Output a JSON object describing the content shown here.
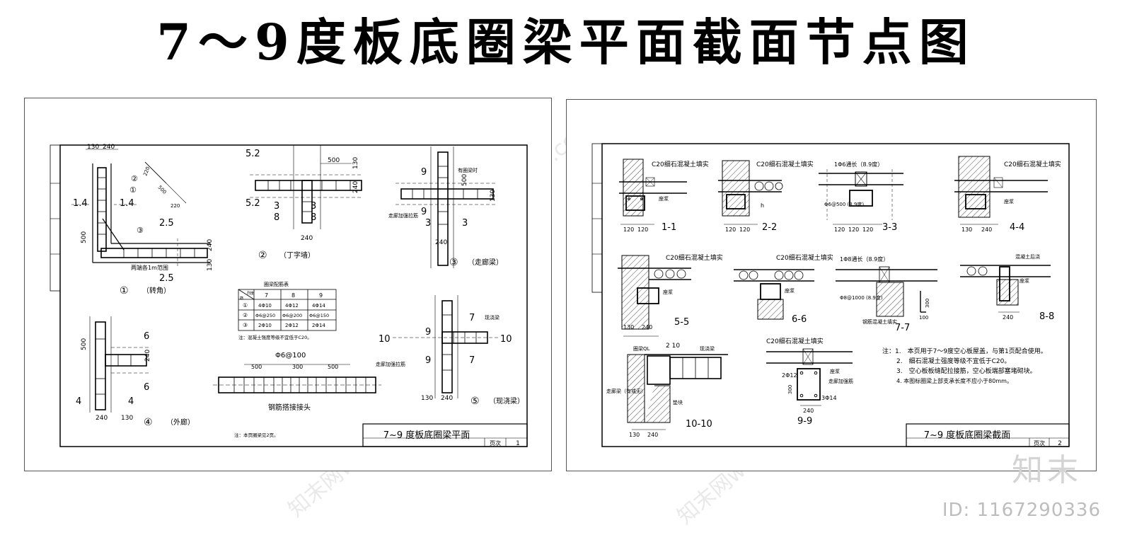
{
  "page": {
    "title": "7～9度板底圈梁平面截面节点图"
  },
  "sheet1": {
    "title_block": {
      "title": "7~9 度板底圈梁平面",
      "page_label": "页次",
      "page_no": "1"
    },
    "details": {
      "d1": {
        "num": "①",
        "caption": "（转角）",
        "dims": [
          "130",
          "240",
          "500",
          "240",
          "130"
        ],
        "note": "两端各1m范围",
        "labels": [
          "1.4",
          "1.4",
          "2.5",
          "2.5",
          "220",
          "500",
          "220"
        ],
        "markers": [
          "②",
          "①",
          "③"
        ]
      },
      "d2": {
        "num": "②",
        "caption": "（丁字墙）",
        "dims": [
          "500",
          "130",
          "240",
          "240"
        ],
        "labels": [
          "5.2",
          "5.2",
          "3",
          "8",
          "3",
          "8"
        ]
      },
      "d3": {
        "num": "③",
        "caption": "（走廊梁）",
        "labels": [
          "9",
          "9",
          "3",
          "3"
        ],
        "notes": [
          "有圈梁时",
          "走廊加强拉筋"
        ],
        "dims": [
          "500",
          "240",
          "130"
        ]
      },
      "d4": {
        "num": "④",
        "caption": "（外廊）",
        "labels": [
          "6",
          "6",
          "4",
          "4"
        ],
        "dims": [
          "500",
          "240",
          "130",
          "240"
        ]
      },
      "d5": {
        "num": "⑤",
        "caption": "（现浇梁）",
        "labels": [
          "7",
          "7",
          "9",
          "9",
          "10",
          "10"
        ],
        "notes": [
          "现浇梁",
          "走廊加强拉筋"
        ],
        "dims": [
          "130",
          "240"
        ]
      }
    },
    "rebar_table": {
      "title": "圈梁配筋表",
      "corner_top": "烈度",
      "corner_bottom": "筋",
      "columns": [
        "7",
        "8",
        "9"
      ],
      "rows": [
        {
          "key": "①",
          "cells": [
            "4Φ10",
            "4Φ12",
            "4Φ14"
          ]
        },
        {
          "key": "②",
          "cells": [
            "Φ6@250",
            "Φ6@200",
            "Φ6@150"
          ]
        },
        {
          "key": "③",
          "cells": [
            "2Φ10",
            "2Φ12",
            "2Φ14"
          ]
        }
      ],
      "note": "注：混凝土强度等级不宜低于C20。"
    },
    "splice": {
      "spec": "Φ6@100",
      "dims": [
        "500",
        "300",
        "500"
      ],
      "caption": "钢筋搭接接头"
    },
    "footnote": "注：本页圈梁见2页。"
  },
  "sheet2": {
    "title_block": {
      "title": "7~9 度板底圈梁截面",
      "page_label": "页次",
      "page_no": "2"
    },
    "sections": [
      {
        "name": "1-1",
        "label": "C20细石混凝土填实",
        "dims": [
          "120",
          "120"
        ],
        "tag": "座浆"
      },
      {
        "name": "2-2",
        "label": "C20细石混凝土填实",
        "dims": [
          "120",
          "120"
        ],
        "tag": "h"
      },
      {
        "name": "3-3",
        "label": "1Φ6通长（8.9度）",
        "dims": [
          "120",
          "120",
          "120"
        ],
        "tag": "Φ6@500 (8.9度)"
      },
      {
        "name": "4-4",
        "label": "C20细石混凝土填实",
        "dims": [
          "130",
          "240"
        ],
        "tag": "座浆"
      },
      {
        "name": "5-5",
        "label": "C20细石混凝土填实",
        "dims": [
          "130",
          "240"
        ],
        "tag": "座浆"
      },
      {
        "name": "6-6",
        "label": "C20细石混凝土填实",
        "dims": [],
        "tag": "座浆"
      },
      {
        "name": "7-7",
        "label": "1Φ8通长（8.9度）",
        "dims": [
          "300",
          "100"
        ],
        "tag": "Φ8@1000 (8.9度)",
        "extra": "钢筋混凝土填实"
      },
      {
        "name": "8-8",
        "label": "混凝土后浇",
        "dims": [
          "240"
        ],
        "tag": "座浆"
      },
      {
        "name": "9-9",
        "label": "C20细石混凝土填实",
        "dims": [
          "300",
          "240"
        ],
        "tag": "座浆",
        "rebar": [
          "2Φ12",
          "3Φ14"
        ],
        "extra": "走廊加强筋"
      },
      {
        "name": "10-10",
        "label": "现浇梁",
        "dims": [
          "130",
          "240"
        ],
        "tag": "圈梁QL",
        "rebar": [
          "2 10"
        ],
        "extra": "走廊梁（有或无）",
        "extra2": "垫块"
      }
    ],
    "notes": [
      "注：1.　本页用于7～9度空心板屋盖，与第1页配合使用。",
      "2.　细石混凝土强度等级不宜低于C20。",
      "3.　空心板板缝配拉接筋，空心板端部塞堵砌块。",
      "4. 本图标圈梁上部支承长度不应小于80mm。"
    ]
  },
  "branding": {
    "logo": "知末",
    "id_text": "ID: 1167290336",
    "watermark": "知末网www.znzmo.com"
  }
}
